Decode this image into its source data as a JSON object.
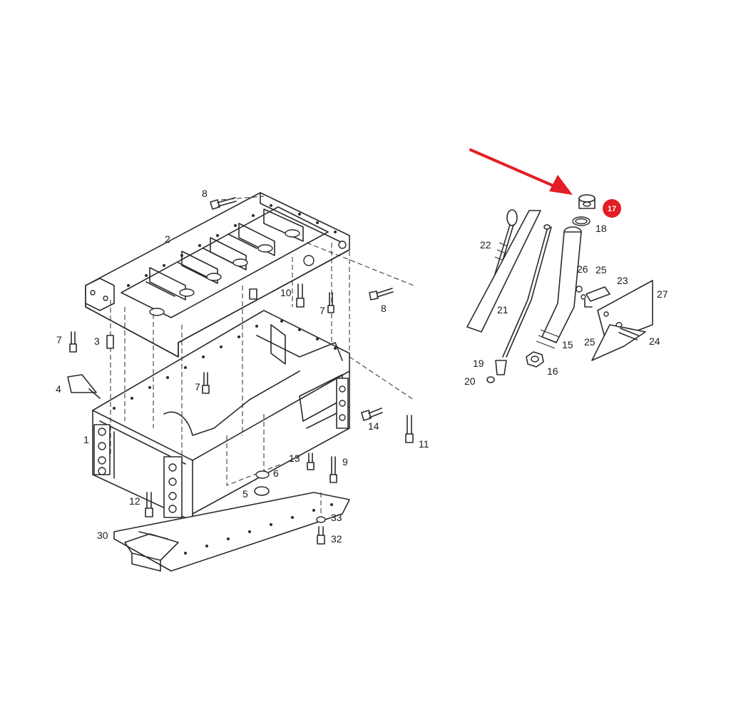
{
  "diagram": {
    "highlight": {
      "label": "17",
      "color": "#e31e24"
    },
    "arrow_color": "#e31e24",
    "callouts": [
      {
        "id": "c1",
        "text": "1"
      },
      {
        "id": "c2",
        "text": "2"
      },
      {
        "id": "c3",
        "text": "3"
      },
      {
        "id": "c4",
        "text": "4"
      },
      {
        "id": "c5",
        "text": "5"
      },
      {
        "id": "c6",
        "text": "6"
      },
      {
        "id": "c7a",
        "text": "7"
      },
      {
        "id": "c7b",
        "text": "7"
      },
      {
        "id": "c7c",
        "text": "7"
      },
      {
        "id": "c8a",
        "text": "8"
      },
      {
        "id": "c8b",
        "text": "8"
      },
      {
        "id": "c9",
        "text": "9"
      },
      {
        "id": "c10",
        "text": "10"
      },
      {
        "id": "c11",
        "text": "11"
      },
      {
        "id": "c12",
        "text": "12"
      },
      {
        "id": "c13",
        "text": "13"
      },
      {
        "id": "c14",
        "text": "14"
      },
      {
        "id": "c15",
        "text": "15"
      },
      {
        "id": "c16",
        "text": "16"
      },
      {
        "id": "c18",
        "text": "18"
      },
      {
        "id": "c19",
        "text": "19"
      },
      {
        "id": "c20",
        "text": "20"
      },
      {
        "id": "c21",
        "text": "21"
      },
      {
        "id": "c22",
        "text": "22"
      },
      {
        "id": "c23",
        "text": "23"
      },
      {
        "id": "c24",
        "text": "24"
      },
      {
        "id": "c25a",
        "text": "25"
      },
      {
        "id": "c25b",
        "text": "25"
      },
      {
        "id": "c26",
        "text": "26"
      },
      {
        "id": "c27",
        "text": "27"
      },
      {
        "id": "c30",
        "text": "30"
      },
      {
        "id": "c32",
        "text": "32"
      },
      {
        "id": "c33",
        "text": "33"
      }
    ]
  }
}
